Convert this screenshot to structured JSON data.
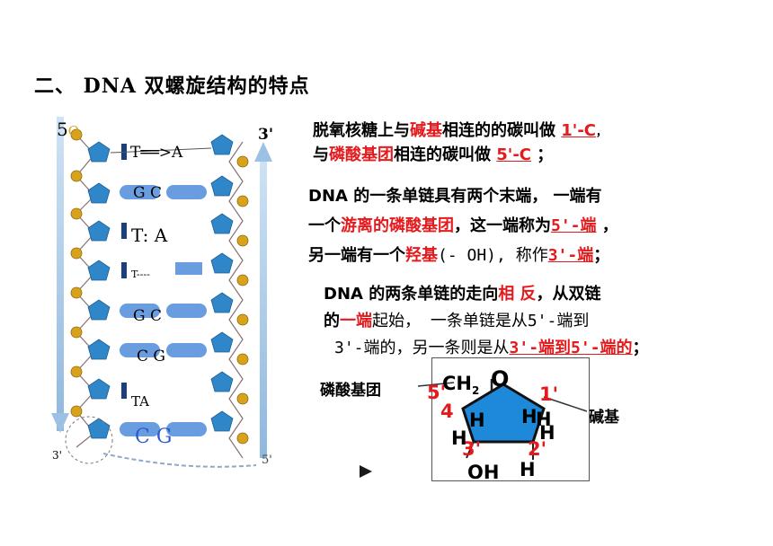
{
  "title": "二、 DNA 双螺旋结构的特点",
  "para1": {
    "l1_a": "脱氧核糖上与",
    "l1_b": "碱基",
    "l1_c": "相连的的碳叫做",
    "l1_d": "1'-C",
    "l1_e": "，",
    "l2_a": "与",
    "l2_b": "磷酸基团",
    "l2_c": "相连的碳叫做",
    "l2_d": "5'-C",
    "l2_e": "；"
  },
  "para2": {
    "l1": "DNA   的一条单链具有两个末端，  一端有",
    "l2_a": "一个",
    "l2_b": "游离的磷酸基团",
    "l2_c": "，这一端称为",
    "l2_d": "5'-端",
    "l2_e": "  ，",
    "l3_a": "另一端有一个",
    "l3_b": "羟基",
    "l3_c": "(- OH),    称作",
    "l3_d": "3'-端",
    "l3_e": "；"
  },
  "para3": {
    "l1_a": "DNA   的两条单链的走向",
    "l1_b": "相 反",
    "l1_c": "，从双链",
    "l2_a": "的",
    "l2_b": "一端",
    "l2_c": "起始，  一条单链是从5'-端到",
    "l3_a": "3'-端的，另一条则是从",
    "l3_b": "3'-端到5'-端的",
    "l3_c": "；"
  },
  "sugar": {
    "phosphate_label": "磷酸基团",
    "base_label": "碱基",
    "ring_o": "O",
    "ch2": "CH",
    "ch2_sub": "2",
    "n5": "5'",
    "n4": "4",
    "n3": "3'",
    "n2": "2'",
    "n1": "1'",
    "h_left": "H",
    "h_mid": "H",
    "h_right_a": "H",
    "h_right_b": "H",
    "h_low_left": "H",
    "h_bottom": "H",
    "oh": "OH"
  },
  "dna": {
    "top_left": "5",
    "top_left_o": "O",
    "top_right": "3'",
    "bottom_left": "3'",
    "bottom_right": "5'",
    "pairs": [
      "T══>A",
      "G    C",
      "T:  A",
      "T----",
      "G     C",
      "C     G",
      "TA",
      "C      G"
    ]
  },
  "colors": {
    "accent": "#e41a1c",
    "phosphate": "#d9a21b",
    "sugar": "#2f86c9",
    "base": "#5b8fd8"
  }
}
